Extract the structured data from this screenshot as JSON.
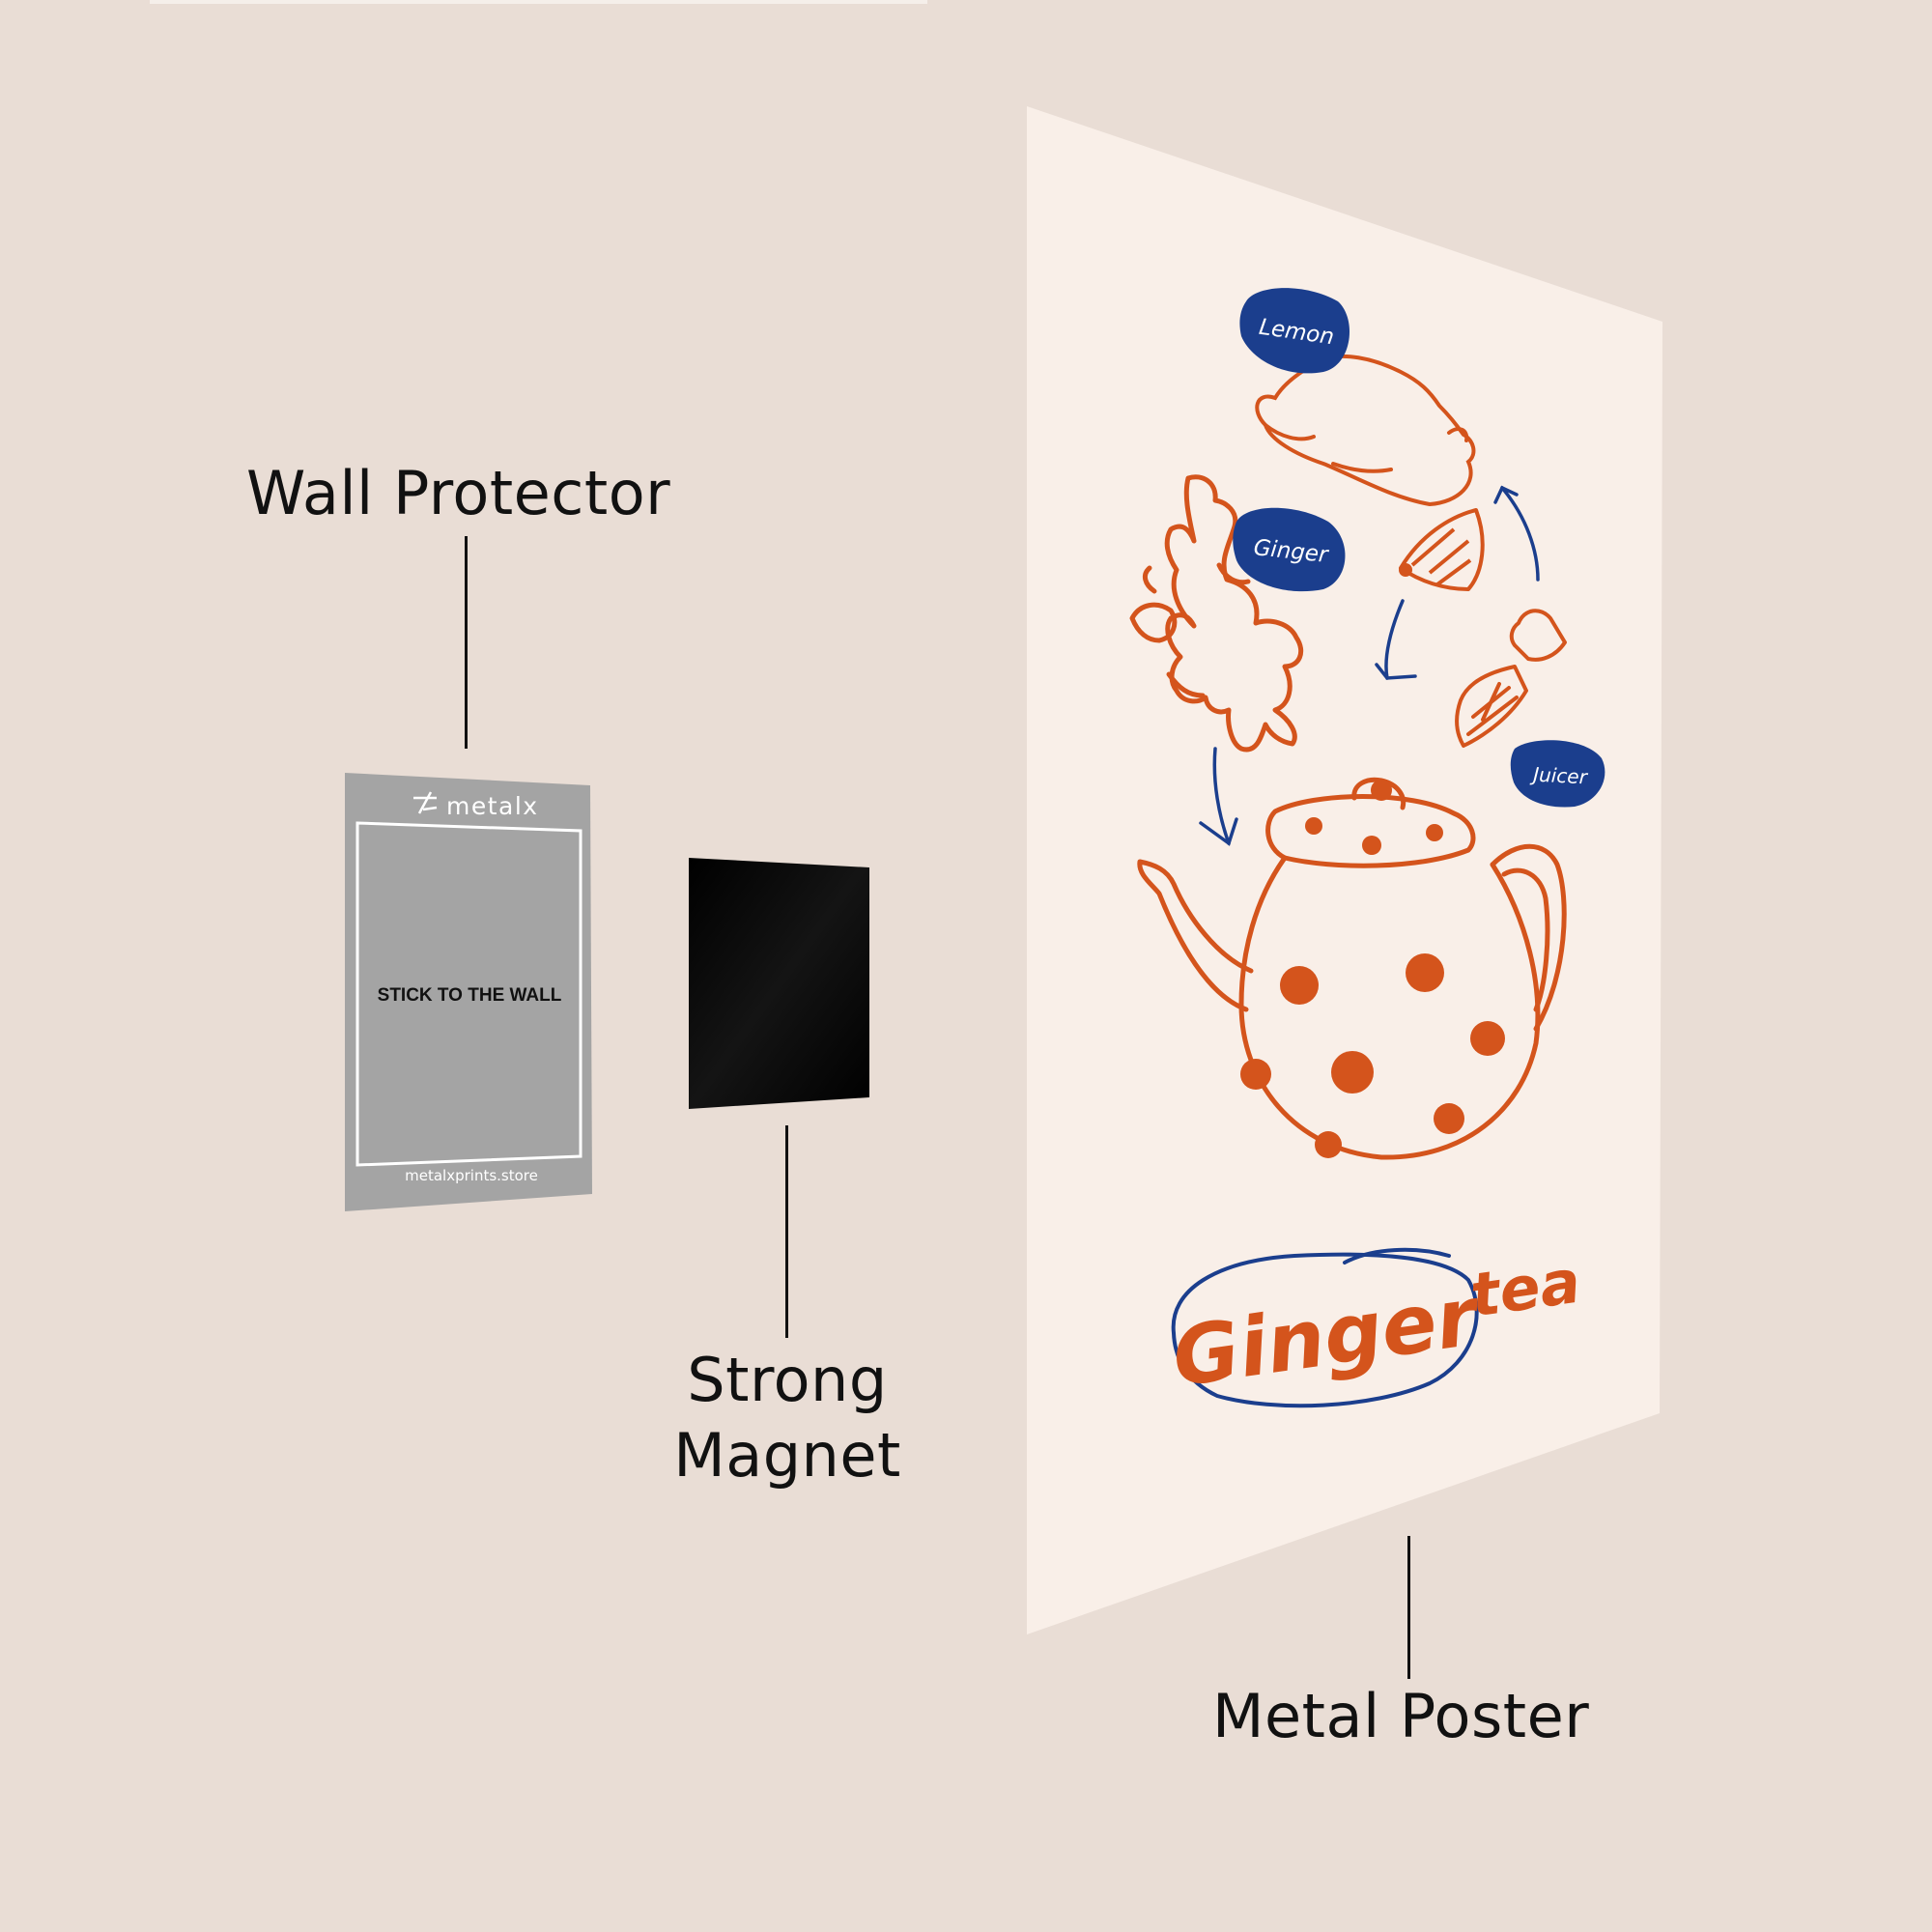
{
  "labels": {
    "wall_protector": "Wall Protector",
    "strong_magnet_line1": "Strong",
    "strong_magnet_line2": "Magnet",
    "metal_poster": "Metal Poster"
  },
  "wall_protector_card": {
    "brand": "metalx",
    "instruction": "STICK TO THE WALL",
    "website": "metalxprints.store"
  },
  "poster": {
    "tags": {
      "lemon": "Lemon",
      "ginger": "Ginger",
      "juicer": "Juicer"
    },
    "title_word1": "Ginger",
    "title_word2": "tea"
  },
  "colors": {
    "background": "#e9ddd5",
    "poster": "#f9efe8",
    "illustration_orange": "#d4541c",
    "tag_blue": "#1b3e8d",
    "protector_gray": "#a4a4a4",
    "magnet_black": "#050505"
  }
}
